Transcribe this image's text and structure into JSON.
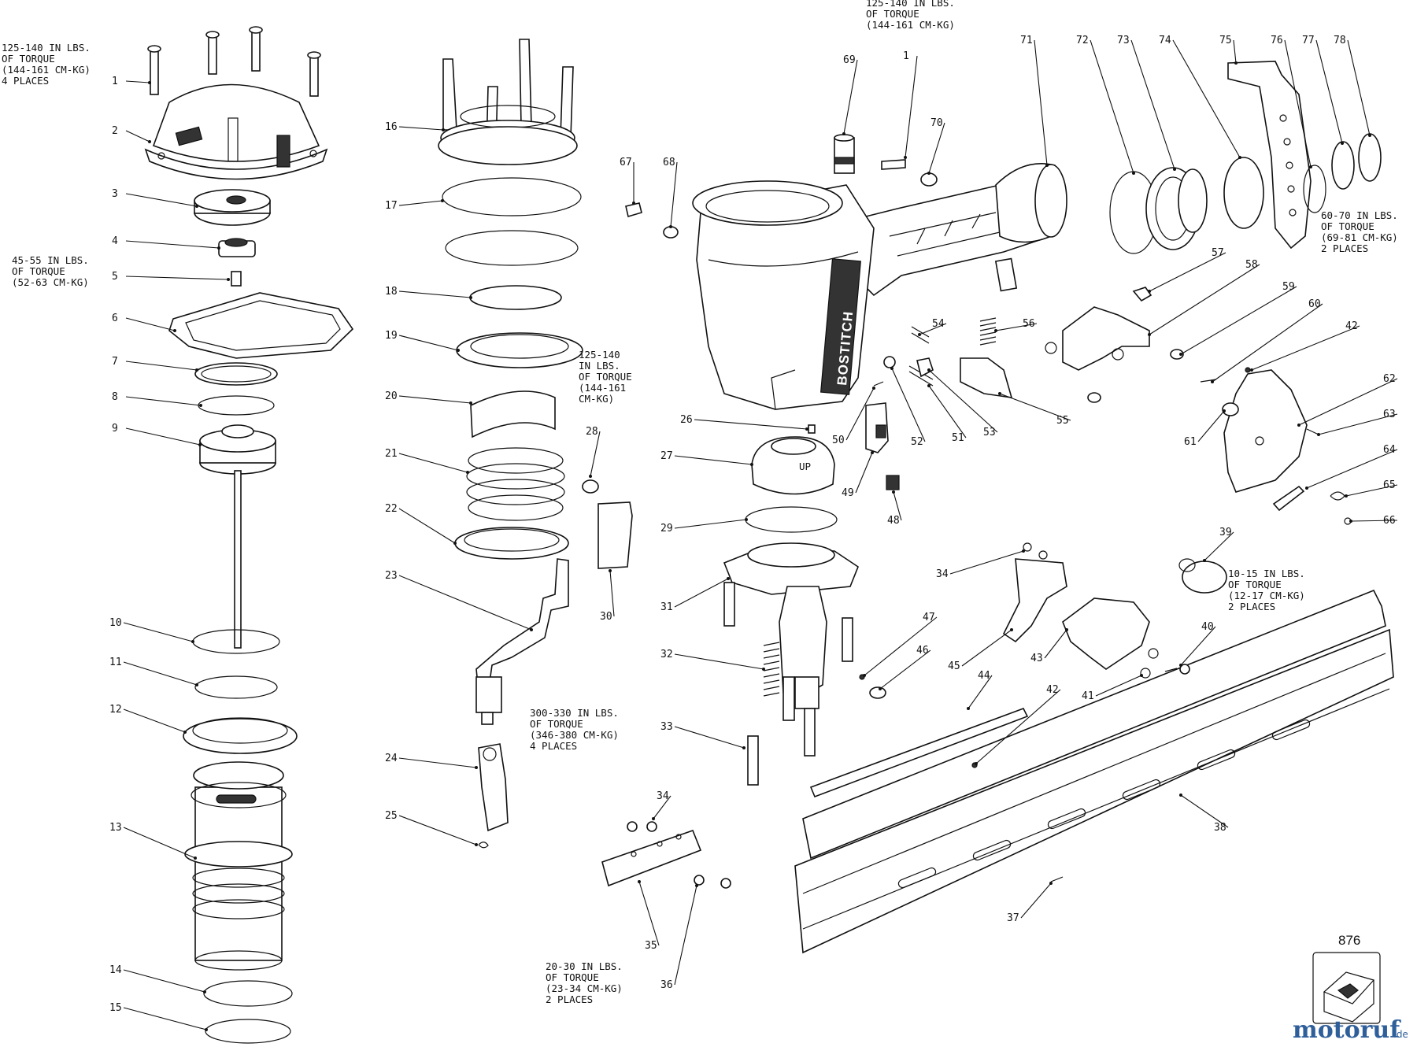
{
  "brand_on_tool": "BOSTITCH",
  "tool_text_up": "UP",
  "page_ref": "876",
  "watermark": {
    "main": "motoruf",
    "suffix": ".de"
  },
  "torque_notes": [
    {
      "id": "n1",
      "lines": [
        "125-140 IN LBS.",
        "OF TORQUE",
        "(144-161 CM-KG)",
        "4 PLACES"
      ]
    },
    {
      "id": "n2",
      "lines": [
        "45-55 IN LBS.",
        "OF TORQUE",
        "(52-63 CM-KG)"
      ]
    },
    {
      "id": "n3",
      "lines": [
        "125-140 IN LBS.",
        "OF TORQUE",
        "(144-161 CM-KG)"
      ]
    },
    {
      "id": "n4",
      "lines": [
        "125-140",
        "IN LBS.",
        "OF TORQUE",
        "(144-161",
        "CM-KG)"
      ]
    },
    {
      "id": "n5",
      "lines": [
        "300-330 IN LBS.",
        "OF TORQUE",
        "(346-380 CM-KG)",
        "4 PLACES"
      ]
    },
    {
      "id": "n6",
      "lines": [
        "20-30 IN LBS.",
        "OF TORQUE",
        "(23-34 CM-KG)",
        "2 PLACES"
      ]
    },
    {
      "id": "n7",
      "lines": [
        "60-70 IN LBS.",
        "OF TORQUE",
        "(69-81 CM-KG)",
        "2 PLACES"
      ]
    },
    {
      "id": "n8",
      "lines": [
        "10-15 IN LBS.",
        "OF TORQUE",
        "(12-17 CM-KG)",
        "2 PLACES"
      ]
    }
  ],
  "part_numbers": [
    "1",
    "2",
    "3",
    "4",
    "5",
    "6",
    "7",
    "8",
    "9",
    "10",
    "11",
    "12",
    "13",
    "14",
    "15",
    "16",
    "17",
    "18",
    "19",
    "20",
    "21",
    "22",
    "23",
    "24",
    "25",
    "26",
    "27",
    "28",
    "29",
    "30",
    "31",
    "32",
    "33",
    "34",
    "35",
    "36",
    "37",
    "38",
    "39",
    "40",
    "41",
    "42",
    "43",
    "44",
    "45",
    "46",
    "47",
    "48",
    "49",
    "50",
    "51",
    "52",
    "53",
    "54",
    "55",
    "56",
    "57",
    "58",
    "59",
    "60",
    "61",
    "62",
    "63",
    "64",
    "65",
    "66",
    "67",
    "68",
    "69",
    "70",
    "71",
    "72",
    "73",
    "74",
    "75",
    "76",
    "77",
    "78"
  ],
  "callouts": [
    {
      "num": "1",
      "text": "1"
    },
    {
      "num": "1b",
      "text": "1"
    },
    {
      "num": "2",
      "text": "2"
    },
    {
      "num": "3",
      "text": "3"
    },
    {
      "num": "4",
      "text": "4"
    },
    {
      "num": "5",
      "text": "5"
    },
    {
      "num": "6",
      "text": "6"
    },
    {
      "num": "7",
      "text": "7"
    },
    {
      "num": "8",
      "text": "8"
    },
    {
      "num": "9",
      "text": "9"
    },
    {
      "num": "10",
      "text": "10"
    },
    {
      "num": "11",
      "text": "11"
    },
    {
      "num": "12",
      "text": "12"
    },
    {
      "num": "13",
      "text": "13"
    },
    {
      "num": "14",
      "text": "14"
    },
    {
      "num": "15",
      "text": "15"
    },
    {
      "num": "16",
      "text": "16"
    },
    {
      "num": "17",
      "text": "17"
    },
    {
      "num": "18",
      "text": "18"
    },
    {
      "num": "19",
      "text": "19"
    },
    {
      "num": "20",
      "text": "20"
    },
    {
      "num": "21",
      "text": "21"
    },
    {
      "num": "22",
      "text": "22"
    },
    {
      "num": "23",
      "text": "23"
    },
    {
      "num": "24",
      "text": "24"
    },
    {
      "num": "25",
      "text": "25"
    },
    {
      "num": "26",
      "text": "26"
    },
    {
      "num": "27",
      "text": "27"
    },
    {
      "num": "28",
      "text": "28"
    },
    {
      "num": "29",
      "text": "29"
    },
    {
      "num": "30",
      "text": "30"
    },
    {
      "num": "31",
      "text": "31"
    },
    {
      "num": "32",
      "text": "32"
    },
    {
      "num": "33",
      "text": "33"
    },
    {
      "num": "34",
      "text": "34"
    },
    {
      "num": "34b",
      "text": "34"
    },
    {
      "num": "35",
      "text": "35"
    },
    {
      "num": "36",
      "text": "36"
    },
    {
      "num": "37",
      "text": "37"
    },
    {
      "num": "38",
      "text": "38"
    },
    {
      "num": "39",
      "text": "39"
    },
    {
      "num": "40",
      "text": "40"
    },
    {
      "num": "41",
      "text": "41"
    },
    {
      "num": "42",
      "text": "42"
    },
    {
      "num": "42b",
      "text": "42"
    },
    {
      "num": "43",
      "text": "43"
    },
    {
      "num": "44",
      "text": "44"
    },
    {
      "num": "45",
      "text": "45"
    },
    {
      "num": "46",
      "text": "46"
    },
    {
      "num": "47",
      "text": "47"
    },
    {
      "num": "48",
      "text": "48"
    },
    {
      "num": "49",
      "text": "49"
    },
    {
      "num": "50",
      "text": "50"
    },
    {
      "num": "51",
      "text": "51"
    },
    {
      "num": "52",
      "text": "52"
    },
    {
      "num": "53",
      "text": "53"
    },
    {
      "num": "54",
      "text": "54"
    },
    {
      "num": "55",
      "text": "55"
    },
    {
      "num": "56",
      "text": "56"
    },
    {
      "num": "57",
      "text": "57"
    },
    {
      "num": "58",
      "text": "58"
    },
    {
      "num": "59",
      "text": "59"
    },
    {
      "num": "60",
      "text": "60"
    },
    {
      "num": "61",
      "text": "61"
    },
    {
      "num": "62",
      "text": "62"
    },
    {
      "num": "63",
      "text": "63"
    },
    {
      "num": "64",
      "text": "64"
    },
    {
      "num": "65",
      "text": "65"
    },
    {
      "num": "66",
      "text": "66"
    },
    {
      "num": "67",
      "text": "67"
    },
    {
      "num": "68",
      "text": "68"
    },
    {
      "num": "69",
      "text": "69"
    },
    {
      "num": "70",
      "text": "70"
    },
    {
      "num": "71",
      "text": "71"
    },
    {
      "num": "72",
      "text": "72"
    },
    {
      "num": "73",
      "text": "73"
    },
    {
      "num": "74",
      "text": "74"
    },
    {
      "num": "75",
      "text": "75"
    },
    {
      "num": "76",
      "text": "76"
    },
    {
      "num": "77",
      "text": "77"
    },
    {
      "num": "78",
      "text": "78"
    }
  ]
}
